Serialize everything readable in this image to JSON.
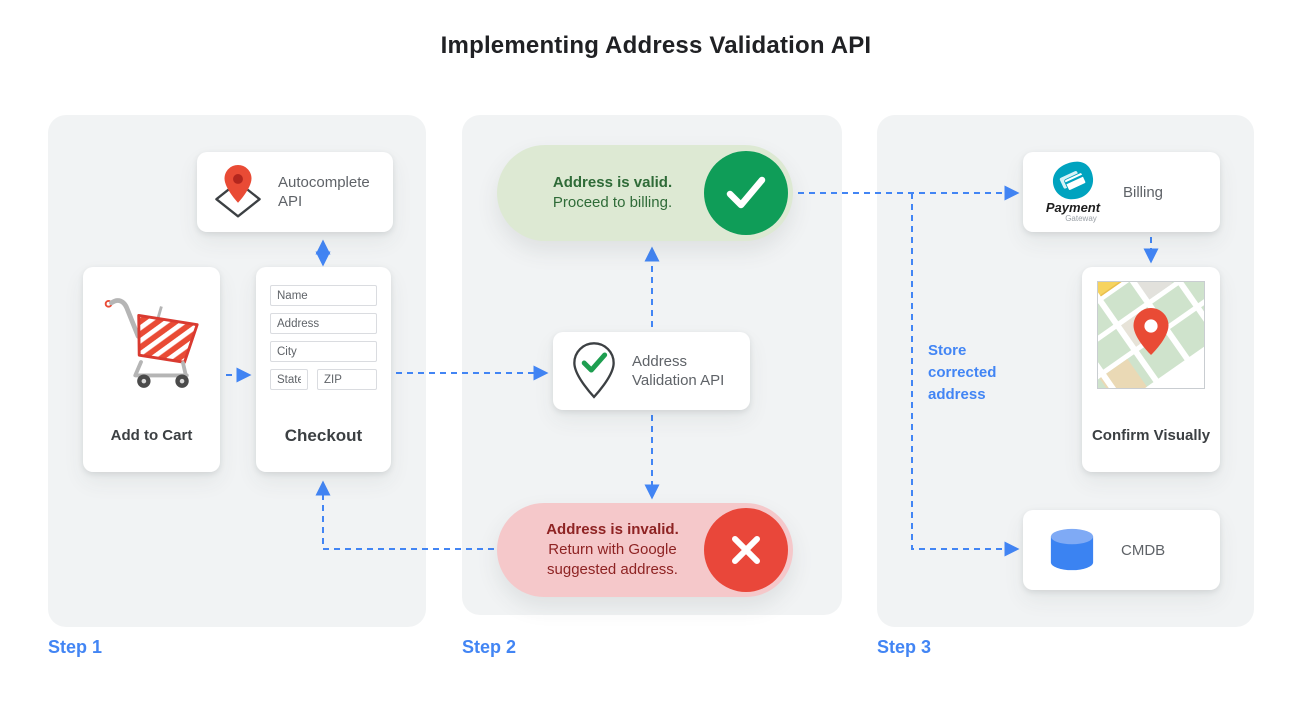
{
  "title": "Implementing Address Validation API",
  "steps": {
    "step1_label": "Step 1",
    "step2_label": "Step 2",
    "step3_label": "Step 3"
  },
  "step1": {
    "autocomplete_card": {
      "label": "Autocomplete API",
      "icon": "map-pin-diamond-icon"
    },
    "add_to_cart_card": {
      "label": "Add to Cart",
      "icon": "shopping-cart-icon"
    },
    "checkout_card": {
      "label": "Checkout",
      "fields": [
        {
          "placeholder": "Name"
        },
        {
          "placeholder": "Address"
        },
        {
          "placeholder": "City"
        },
        {
          "placeholder": "State"
        },
        {
          "placeholder": "ZIP"
        }
      ]
    }
  },
  "step2": {
    "valid_pill": {
      "title": "Address is valid.",
      "subtitle": "Proceed to billing.",
      "icon": "checkmark-circle-icon"
    },
    "validation_card": {
      "label": "Address Validation API",
      "icon": "map-pin-check-icon"
    },
    "invalid_pill": {
      "title": "Address is invalid.",
      "subtitle": "Return with Google suggested address.",
      "icon": "x-circle-icon"
    }
  },
  "step3": {
    "billing_card": {
      "label": "Billing",
      "logo_title": "Payment",
      "logo_subtitle": "Gateway",
      "icon": "payment-gateway-logo"
    },
    "confirm_card": {
      "label": "Confirm Visually",
      "icon": "map-thumbnail"
    },
    "cmdb_card": {
      "label": "CMDB",
      "icon": "database-cylinder-icon"
    },
    "store_note": "Store corrected address"
  },
  "colors": {
    "accent_blue": "#4285f4",
    "valid_green": "#0f9d58",
    "valid_bg": "#dde9d3",
    "valid_text": "#2f6b38",
    "invalid_red": "#e9473a",
    "invalid_bg": "#f5c8ca",
    "invalid_text": "#8e2323",
    "panel_bg": "#f1f3f4",
    "title_text": "#202124"
  }
}
